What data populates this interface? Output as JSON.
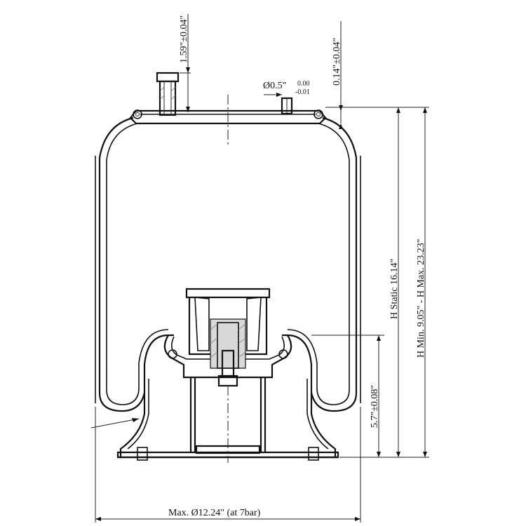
{
  "dimensions": {
    "top_stud_height": "1.59\"±0.04\"",
    "plate_thickness": "0.14\"±0.04\"",
    "pin_diameter": "Ø0.5\"",
    "pin_tol_upper": "0.00",
    "pin_tol_lower": "-0.01",
    "height_static": "H Static 16.14\"",
    "height_range": "H Min. 9.05\" - H Max. 23.23\"",
    "piston_height": "5.7\"±0.08\"",
    "max_diameter": "Max. Ø12.24\" (at 7bar)"
  },
  "colors": {
    "line": "#111111",
    "fill": "#d9d9d9",
    "background": "#ffffff"
  }
}
